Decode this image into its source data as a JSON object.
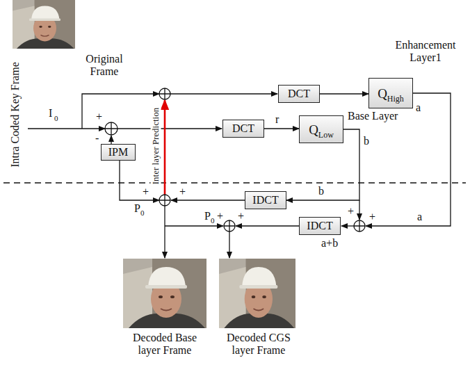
{
  "diagram": {
    "nodes": [
      {
        "text": [
          "DCT"
        ]
      },
      {
        "text": [
          "Q",
          "High"
        ]
      },
      {
        "text": [
          "DCT"
        ]
      },
      {
        "text": [
          "Q",
          "Low"
        ]
      },
      {
        "text": [
          "IPM"
        ]
      },
      {
        "text": [
          "IDCT"
        ]
      },
      {
        "text": [
          "IDCT"
        ]
      }
    ],
    "edges": [
      {
        "from": 0,
        "to": 1,
        "arrow": "to"
      },
      {
        "from": 2,
        "to": 3,
        "label": "r",
        "arrow": "to"
      },
      {
        "from": 3,
        "to": 5,
        "label": "b",
        "arrow": "to"
      }
    ],
    "labels": [
      "Original Frame",
      "Enhancement Layer1",
      "Intra Coded Key Frame",
      "I",
      "0",
      "+",
      "-",
      "Inter layer Prediction",
      "a",
      "Base Layer",
      "b",
      "+",
      "+",
      "P",
      "0",
      "+",
      "+",
      "a",
      "P",
      "0",
      "+",
      "+",
      "a+b",
      "Decoded Base layer Frame",
      "Decoded CGS layer Frame"
    ]
  }
}
